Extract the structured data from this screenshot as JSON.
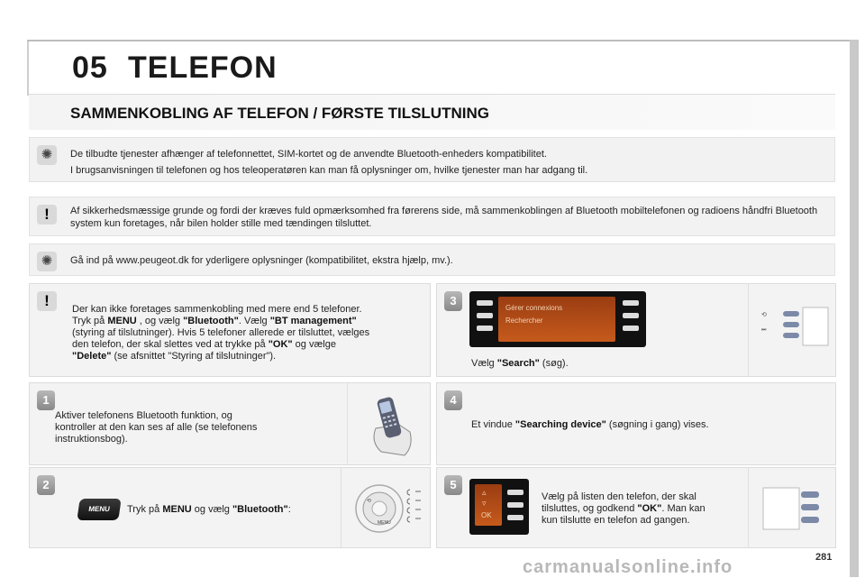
{
  "header": {
    "chapter_number": "05",
    "chapter_title": "TELEFON"
  },
  "section": {
    "title": "SAMMENKOBLING AF TELEFON / FØRSTE TILSLUTNING"
  },
  "notes": [
    {
      "icon": "info-sun-icon",
      "lines": [
        "De tilbudte tjenester afhænger af telefonnettet, SIM-kortet og de anvendte Bluetooth-enheders kompatibilitet.",
        "I brugsanvisningen til telefonen og hos teleoperatøren kan man få oplysninger om, hvilke tjenester man har adgang til."
      ]
    },
    {
      "icon": "warning-icon",
      "lines": [
        "Af sikkerhedsmæssige grunde og fordi der kræves fuld opmærksomhed fra førerens side, må sammenkoblingen af Bluetooth mobiltelefonen og radioens håndfri Bluetooth system kun foretages, når bilen holder stille med tændingen tilsluttet."
      ]
    },
    {
      "icon": "info-sun-icon",
      "lines": [
        "Gå ind på www.peugeot.dk for yderligere oplysninger (kompatibilitet, ekstra hjælp, mv.)."
      ]
    }
  ],
  "warning_panel": {
    "p1": "Der kan ikke foretages sammenkobling med mere end 5 telefoner.",
    "p2_a": "Tryk på ",
    "p2_b": "MENU",
    "p2_c": " , og vælg ",
    "p2_d": "\"Bluetooth\"",
    "p2_e": ". Vælg ",
    "p2_f": "\"BT management\"",
    "p3": "(styring af tilslutninger). Hvis 5 telefoner allerede er tilsluttet, vælges",
    "p4_a": "den telefon, der skal slettes ved at trykke på ",
    "p4_b": "\"OK\"",
    "p4_c": " og vælge",
    "p5_a": "\"Delete\"",
    "p5_b": " (se afsnittet \"Styring af tilslutninger\")."
  },
  "steps": [
    {
      "number": "1",
      "line1": "Aktiver telefonens Bluetooth funktion, og",
      "line2": "kontroller at den kan ses af alle (se telefonens",
      "line3": "instruktionsbog)."
    },
    {
      "number": "2",
      "text_a": "Tryk på ",
      "text_b": "MENU",
      "text_c": " og vælg ",
      "text_d": "\"Bluetooth\"",
      "text_e": ":",
      "button_label": "MENU"
    },
    {
      "number": "3",
      "text_a": "Vælg ",
      "text_b": "\"Search\"",
      "text_c": " (søg).",
      "screen_line1": "Gérer connexions",
      "screen_line2": "Rechercher"
    },
    {
      "number": "4",
      "text_a": "Et vindue ",
      "text_b": "\"Searching device\"",
      "text_c": " (søgning i gang) vises."
    },
    {
      "number": "5",
      "line1": "Vælg på listen den telefon, der skal",
      "line2_a": "tilsluttes, og godkend ",
      "line2_b": "\"OK\"",
      "line2_c": ". Man kan",
      "line3": "kun tilslutte en telefon ad gangen.",
      "screen_ok": "OK"
    }
  ],
  "footer": {
    "page_number": "281",
    "watermark": "carmanualsonline.info"
  },
  "colors": {
    "lcd": "#c65a1c",
    "panel_bg": "#f3f3f3",
    "badge": "#999999"
  }
}
